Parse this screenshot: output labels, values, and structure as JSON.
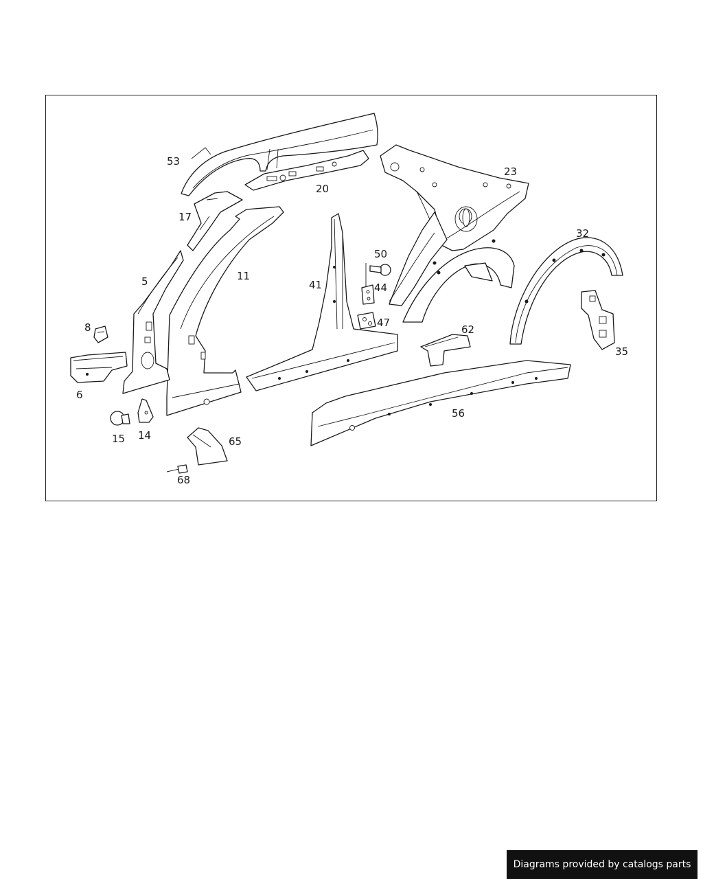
{
  "callouts": [
    "53",
    "20",
    "23",
    "17",
    "11",
    "5",
    "41",
    "50",
    "44",
    "47",
    "8",
    "62",
    "32",
    "35",
    "6",
    "56",
    "15",
    "14",
    "65",
    "68"
  ],
  "footer": {
    "text": "Diagrams provided by catalogs parts"
  },
  "colors": {
    "line": "#1a1a1a",
    "background": "#ffffff",
    "badge": "#111111"
  }
}
